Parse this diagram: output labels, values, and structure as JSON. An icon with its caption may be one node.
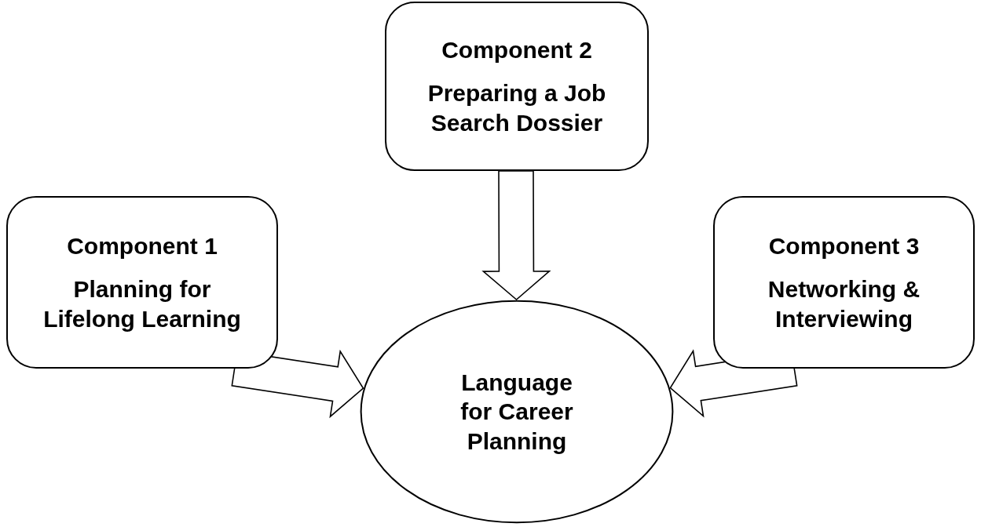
{
  "diagram": {
    "nodes": [
      {
        "text": [
          "Component 2",
          "Preparing a Job Search Dossier"
        ]
      },
      {
        "text": [
          "Component 1",
          "Planning for Lifelong Learning"
        ]
      },
      {
        "text": [
          "Component 3",
          "Networking & Interviewing"
        ]
      },
      {
        "text": [
          "Language for Career Planning"
        ]
      }
    ],
    "edges": [
      {
        "from": 0,
        "to": 3,
        "arrow": "to"
      },
      {
        "from": 1,
        "to": 3,
        "arrow": "to"
      },
      {
        "from": 2,
        "to": 3,
        "arrow": "to"
      }
    ]
  }
}
